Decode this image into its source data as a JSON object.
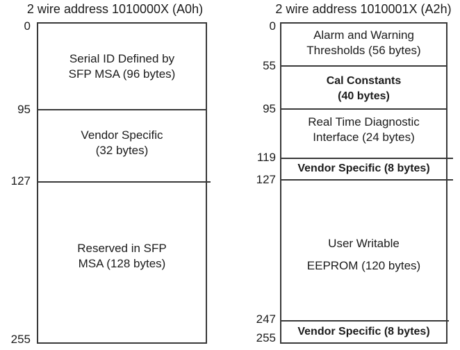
{
  "left_map": {
    "title": "2 wire address 1010000X (A0h)",
    "markers": {
      "m0": "0",
      "m95": "95",
      "m127": "127",
      "m255": "255"
    },
    "regions": {
      "serial_id": {
        "line1": "Serial ID Defined by",
        "line2": "SFP MSA (96 bytes)"
      },
      "vendor_specific": {
        "line1": "Vendor Specific",
        "line2": "(32 bytes)"
      },
      "reserved": {
        "line1": "Reserved in SFP",
        "line2": "MSA (128 bytes)"
      }
    }
  },
  "right_map": {
    "title": "2 wire address 1010001X (A2h)",
    "markers": {
      "m0": "0",
      "m55": "55",
      "m95": "95",
      "m119": "119",
      "m127": "127",
      "m247": "247",
      "m255": "255"
    },
    "regions": {
      "alarm_warning": {
        "line1": "Alarm and Warning",
        "line2": "Thresholds (56 bytes)"
      },
      "cal_constants": {
        "line1": "Cal Constants",
        "line2": "(40 bytes)"
      },
      "real_time_diag": {
        "line1": "Real Time Diagnostic",
        "line2": "Interface (24 bytes)"
      },
      "vendor_specific_1": {
        "line1": "Vendor Specific (8 bytes)"
      },
      "user_writable": {
        "line1": "User Writable",
        "line2": "EEPROM (120 bytes)"
      },
      "vendor_specific_2": {
        "line1": "Vendor Specific (8 bytes)"
      }
    }
  }
}
